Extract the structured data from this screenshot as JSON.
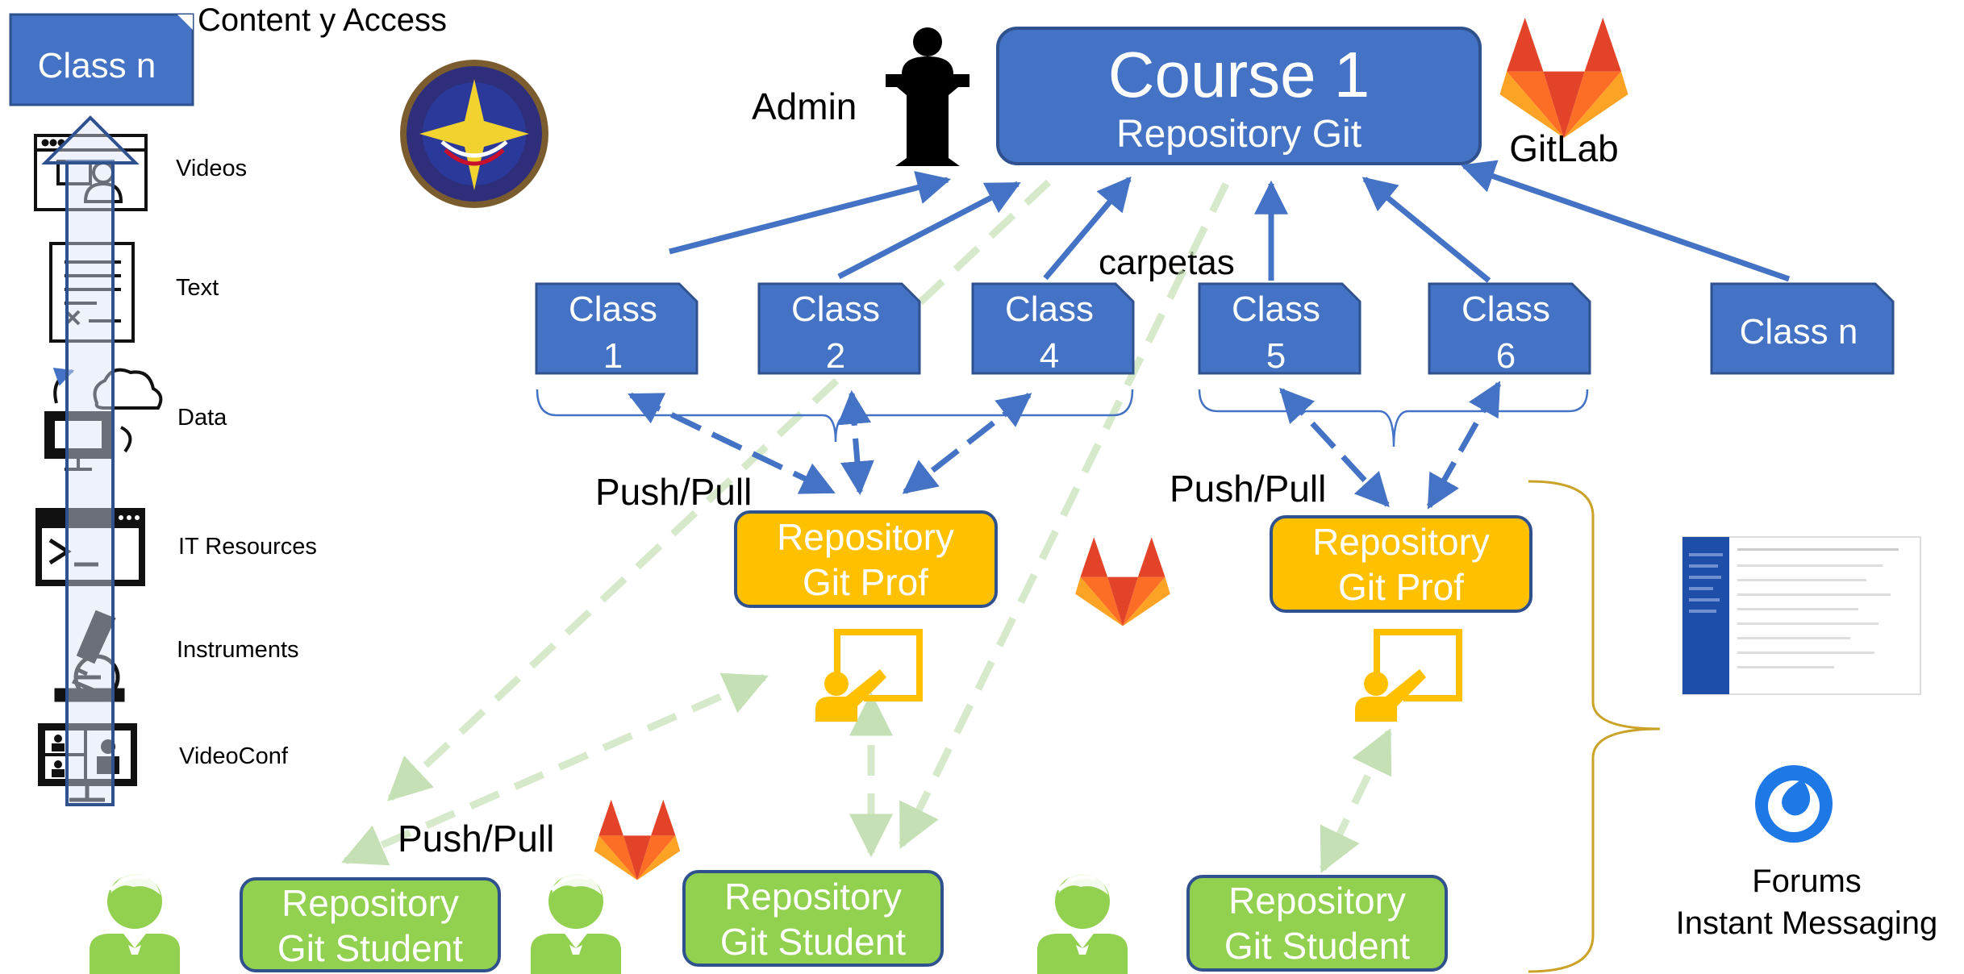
{
  "colors": {
    "blue": "#4472C4",
    "blue_dark": "#2F528F",
    "gold": "#FFC000",
    "green": "#92D050",
    "green_light": "#C5E0B4",
    "gitlab_orange": "#FC6D26",
    "gitlab_red": "#E24329",
    "gitlab_yellow": "#FCA326",
    "mattermost": "#1E78E6",
    "bracket": "#C9A227"
  },
  "header_label": "Content y Access",
  "left_panel": {
    "class_n": "Class n",
    "resources": [
      {
        "label": "Videos",
        "icon": "video-lesson-icon"
      },
      {
        "label": "Text",
        "icon": "document-icon"
      },
      {
        "label": "Data",
        "icon": "cloud-computer-icon"
      },
      {
        "label": "IT Resources",
        "icon": "terminal-window-icon"
      },
      {
        "label": "Instruments",
        "icon": "microscope-icon"
      },
      {
        "label": "VideoConf",
        "icon": "videoconference-icon"
      }
    ]
  },
  "course": {
    "title": "Course 1",
    "subtitle": "Repository Git"
  },
  "admin": "Admin",
  "gitlab": "GitLab",
  "carpetas": "carpetas",
  "classes": [
    {
      "line1": "Class",
      "line2": "1"
    },
    {
      "line1": "Class",
      "line2": "2"
    },
    {
      "line1": "Class",
      "line2": "4"
    },
    {
      "line1": "Class",
      "line2": "5"
    },
    {
      "line1": "Class",
      "line2": "6"
    },
    {
      "line1": "Class n",
      "line2": ""
    }
  ],
  "push_pull": "Push/Pull",
  "prof_repo": {
    "line1": "Repository",
    "line2": "Git Prof"
  },
  "student_repo": {
    "line1": "Repository",
    "line2": "Git Student"
  },
  "forums": {
    "line1": "Forums",
    "line2": "Instant Messaging"
  }
}
